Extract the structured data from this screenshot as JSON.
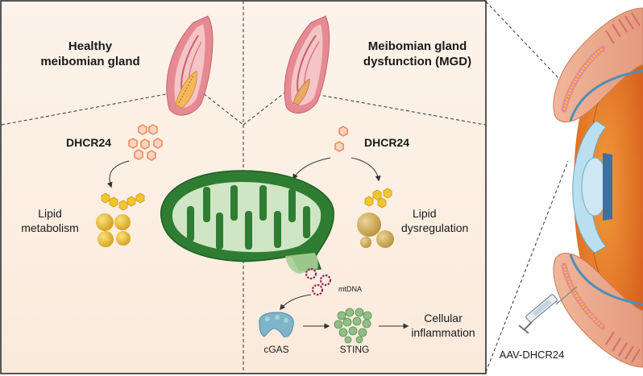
{
  "left_panel": {
    "title_line1": "Healthy",
    "title_line2": "meibomian gland",
    "enzyme": "DHCR24",
    "process_line1": "Lipid",
    "process_line2": "metabolism"
  },
  "right_panel": {
    "title_line1": "Meibomian gland",
    "title_line2": "dysfunction (MGD)",
    "enzyme": "DHCR24",
    "process_line1": "Lipid",
    "process_line2": "dysregulation"
  },
  "pathway": {
    "mtdna": "mtDNA",
    "cgas": "cGAS",
    "sting": "STING",
    "outcome_line1": "Cellular",
    "outcome_line2": "inflammation"
  },
  "treatment": {
    "label": "AAV-DHCR24"
  },
  "colors": {
    "panel_bg": "#fbeee3",
    "mitochondrion": "#2e7d32",
    "mito_inner": "#cfe5c4",
    "gland_pink": "#e58a93",
    "hexagon_orange": "#f08a5d",
    "lipid_yellow": "#e2b533",
    "cgas_blue": "#7fb5c9",
    "sting_green": "#8fbf86",
    "eye_orange": "#e8812a"
  }
}
